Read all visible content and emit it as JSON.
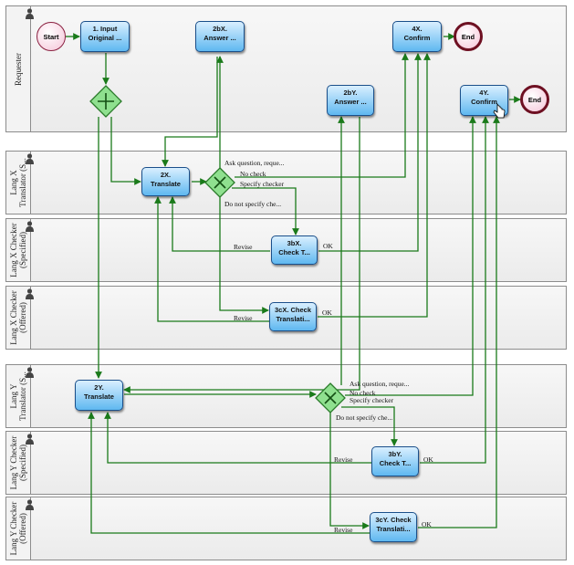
{
  "lanes": [
    {
      "label": "Requester"
    },
    {
      "label": "Lang X\nTranslator (S..."
    },
    {
      "label": "Lang X Checker\n(Specified)"
    },
    {
      "label": "Lang X Checker\n(Offered)"
    },
    {
      "label": "Lang Y\nTranslator (S..."
    },
    {
      "label": "Lang Y Checker\n(Specified)"
    },
    {
      "label": "Lang Y Checker\n(Offered)"
    }
  ],
  "events": {
    "start": "Start",
    "end_x": "End",
    "end_y": "End"
  },
  "tasks": {
    "t1": {
      "line1": "1. Input",
      "line2": "Original ..."
    },
    "t2bx": {
      "line1": "2bX.",
      "line2": "Answer ..."
    },
    "t4x": {
      "line1": "4X.",
      "line2": "Confirm"
    },
    "t2by": {
      "line1": "2bY.",
      "line2": "Answer ..."
    },
    "t4y": {
      "line1": "4Y.",
      "line2": "Confirm"
    },
    "t2x": {
      "line1": "2X.",
      "line2": "Translate"
    },
    "t3bx": {
      "line1": "3bX.",
      "line2": "Check T..."
    },
    "t3cx": {
      "line1": "3cX. Check",
      "line2": "Translati..."
    },
    "t2y": {
      "line1": "2Y.",
      "line2": "Translate"
    },
    "t3by": {
      "line1": "3bY.",
      "line2": "Check T..."
    },
    "t3cy": {
      "line1": "3cY. Check",
      "line2": "Translati..."
    }
  },
  "flow_labels": {
    "gx_ask": "Ask question, reque...",
    "gx_nocheck": "No check",
    "gx_specify": "Specify checker",
    "gx_donot": "Do not specify che...",
    "x_revise_b": "Revise",
    "x_ok_b": "OK",
    "x_revise_c": "Revise",
    "x_ok_c": "OK",
    "gy_ask": "Ask question, reque...",
    "gy_nocheck": "No check",
    "gy_specify": "Specify checker",
    "gy_donot": "Do not specify che...",
    "y_revise_b": "Revise",
    "y_ok_b": "OK",
    "y_revise_c": "Revise",
    "y_ok_c": "OK"
  },
  "colors": {
    "flow": "#1a7a1a",
    "gateway_fill": "#8fe08f",
    "task_border": "#1a4f8a"
  }
}
